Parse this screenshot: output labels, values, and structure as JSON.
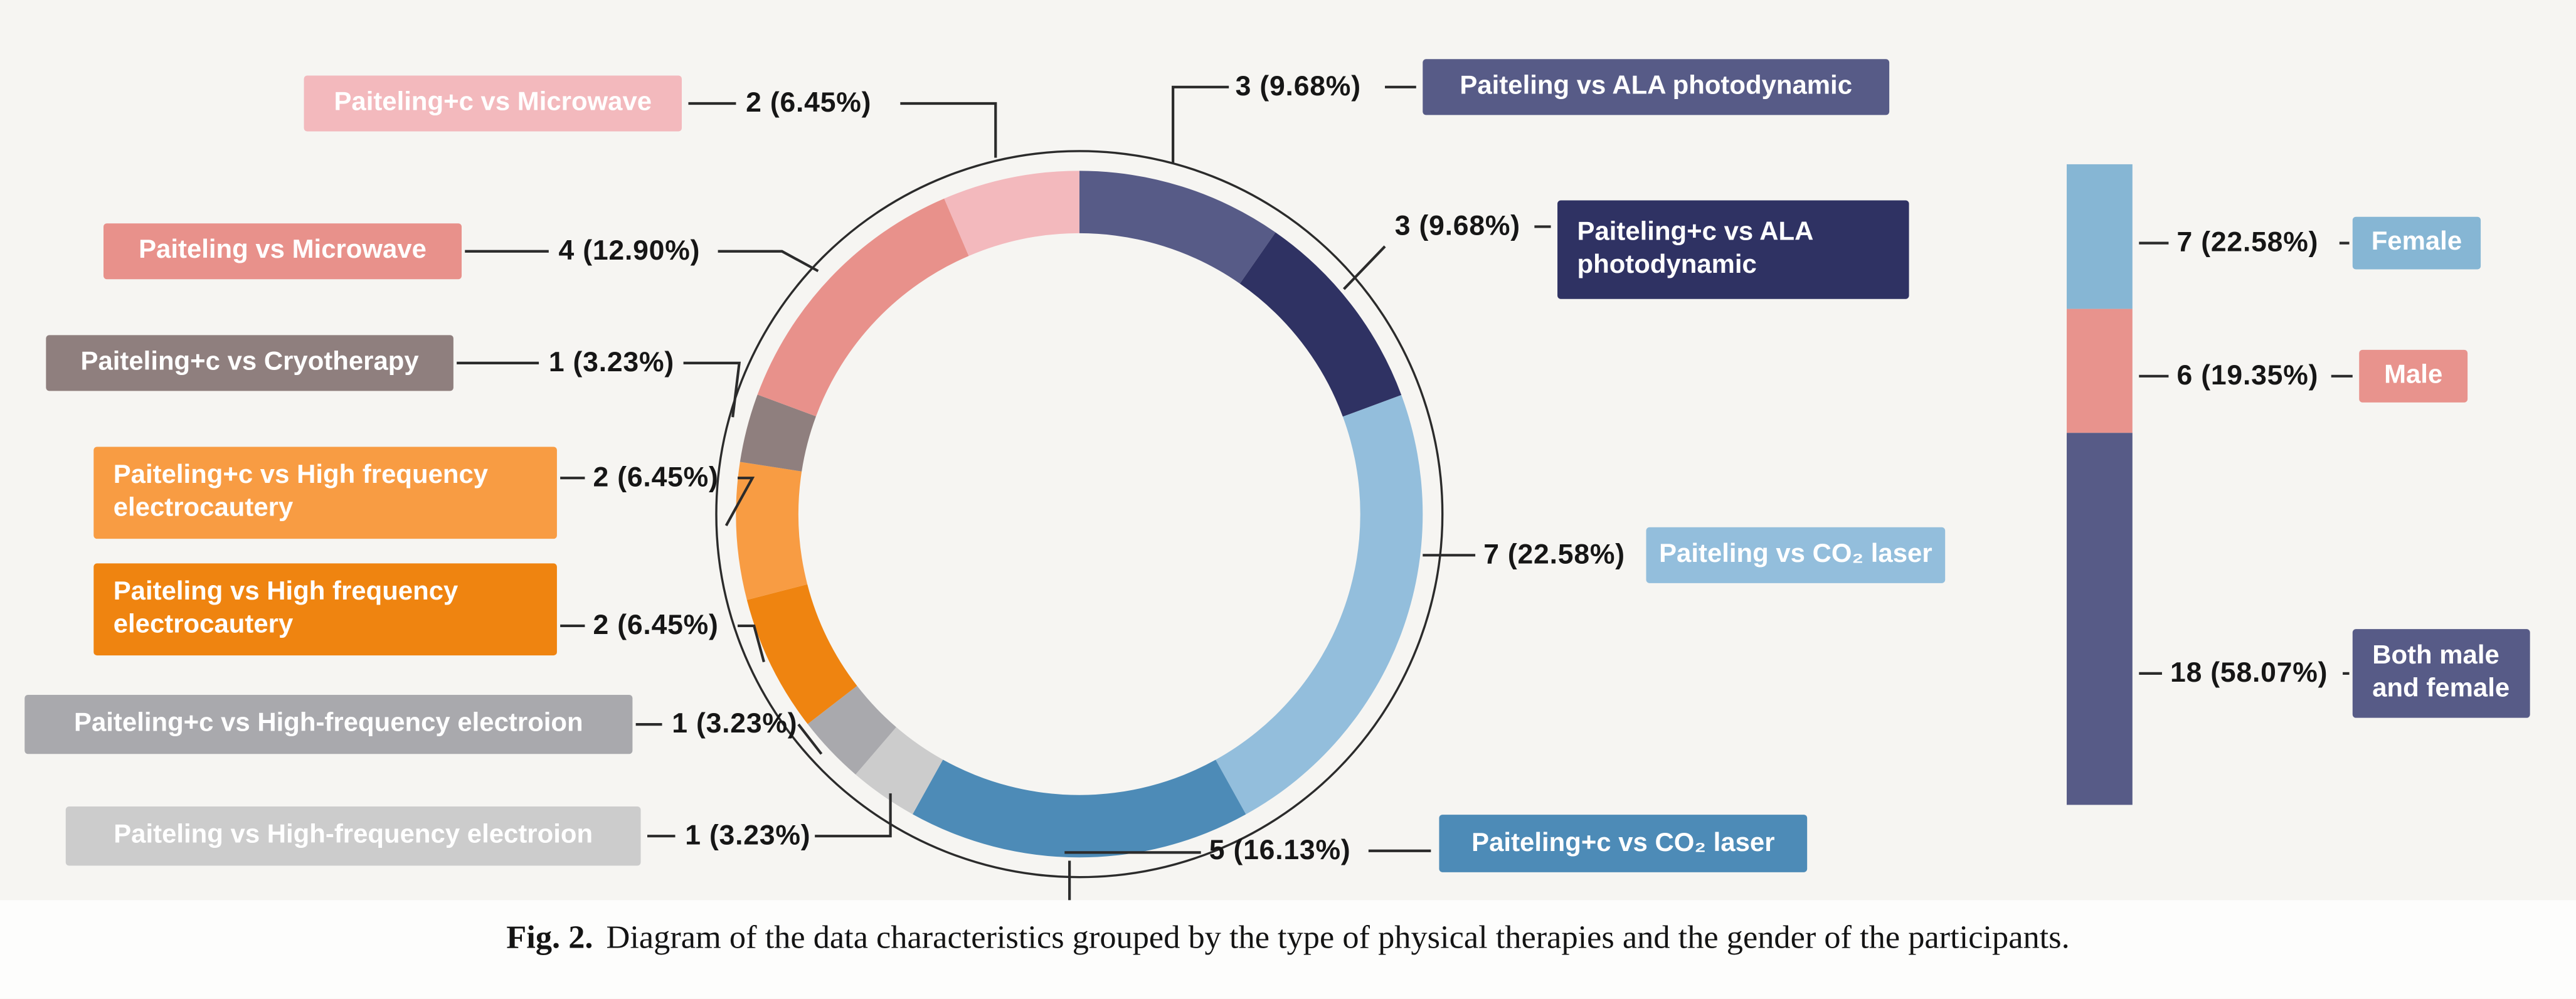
{
  "figure": {
    "caption_label": "Fig. 2.",
    "caption_text": "Diagram of the data characteristics grouped by the type of physical therapies and the gender of the participants."
  },
  "chart_data": [
    {
      "type": "pie",
      "subtype": "donut",
      "group": "Type of physical therapies",
      "legend_position": "around",
      "segments": [
        {
          "label": "Paiteling vs ALA photodynamic",
          "count": 3,
          "pct": 9.68,
          "display": "3 (9.68%)",
          "color": "#575b87"
        },
        {
          "label": "Paiteling+c vs ALA photodynamic",
          "count": 3,
          "pct": 9.68,
          "display": "3 (9.68%)",
          "color": "#2f3263"
        },
        {
          "label": "Paiteling vs CO₂ laser",
          "count": 7,
          "pct": 22.58,
          "display": "7 (22.58%)",
          "color": "#93bedc"
        },
        {
          "label": "Paiteling+c vs CO₂ laser",
          "count": 5,
          "pct": 16.13,
          "display": "5 (16.13%)",
          "color": "#4d8bb7"
        },
        {
          "label": "Paiteling vs High-frequency electroion",
          "count": 1,
          "pct": 3.23,
          "display": "1 (3.23%)",
          "color": "#cccccc"
        },
        {
          "label": "Paiteling+c vs High-frequency electroion",
          "count": 1,
          "pct": 3.23,
          "display": "1 (3.23%)",
          "color": "#a9a9ad"
        },
        {
          "label": "Paiteling vs High frequency electrocautery",
          "count": 2,
          "pct": 6.45,
          "display": "2 (6.45%)",
          "color": "#ef8410"
        },
        {
          "label": "Paiteling+c vs High frequency electrocautery",
          "count": 2,
          "pct": 6.45,
          "display": "2 (6.45%)",
          "color": "#f89c43"
        },
        {
          "label": "Paiteling+c vs Cryotherapy",
          "count": 1,
          "pct": 3.23,
          "display": "1 (3.23%)",
          "color": "#8f7f7e"
        },
        {
          "label": "Paiteling vs Microwave",
          "count": 4,
          "pct": 12.9,
          "display": "4 (12.90%)",
          "color": "#e8918b"
        },
        {
          "label": "Paiteling+c vs Microwave",
          "count": 2,
          "pct": 6.45,
          "display": "2 (6.45%)",
          "color": "#f3b9bd"
        }
      ]
    },
    {
      "type": "bar",
      "subtype": "stacked",
      "group": "Gender of the participants",
      "segments": [
        {
          "label": "Female",
          "count": 7,
          "pct": 22.58,
          "display": "7 (22.58%)",
          "color": "#86b6d4"
        },
        {
          "label": "Male",
          "count": 6,
          "pct": 19.35,
          "display": "6 (19.35%)",
          "color": "#e8938d"
        },
        {
          "label": "Both male and female",
          "count": 18,
          "pct": 58.07,
          "display": "18 (58.07%)",
          "color": "#575b87"
        }
      ]
    }
  ]
}
